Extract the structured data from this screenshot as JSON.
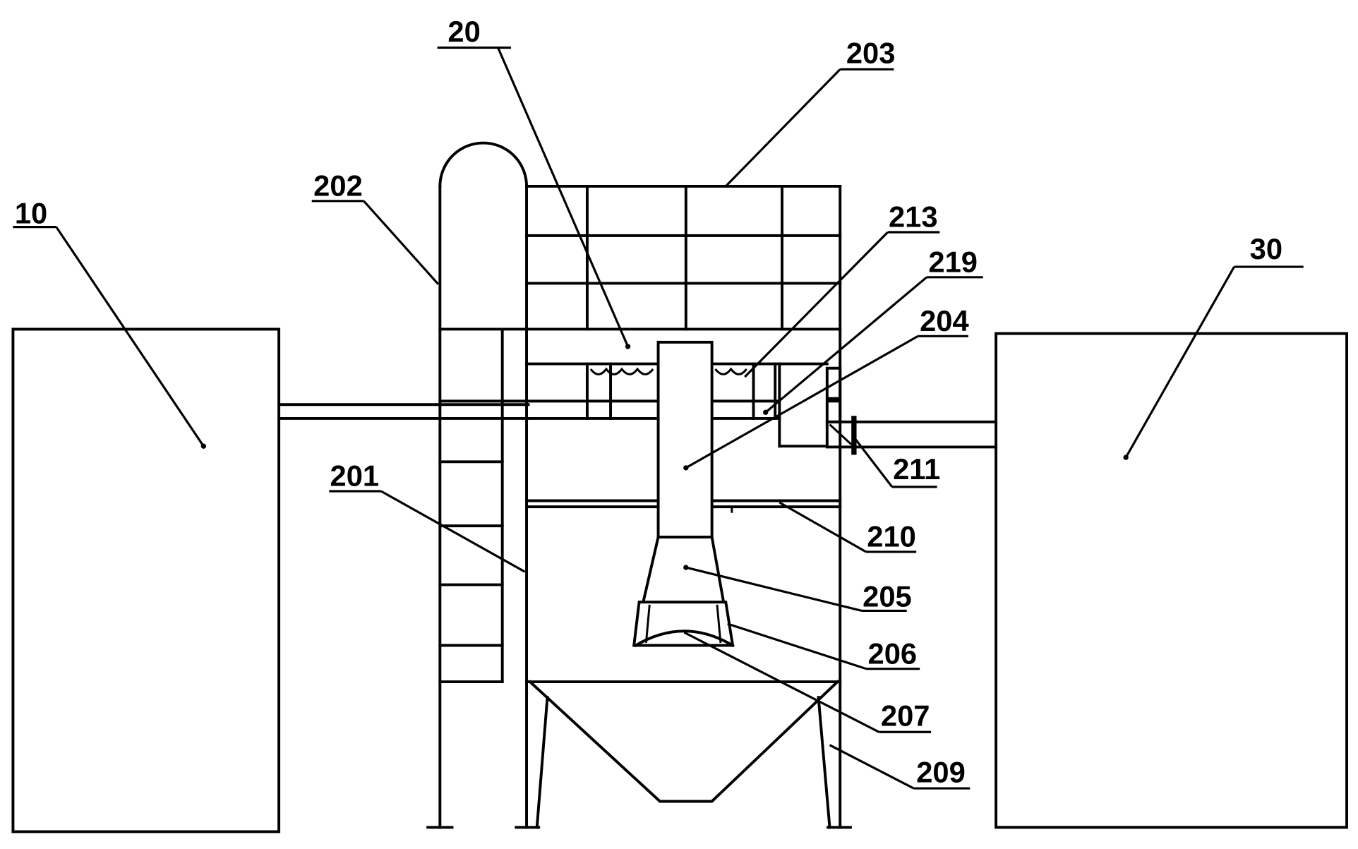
{
  "labels": {
    "l10": "10",
    "l20": "20",
    "l30": "30",
    "l201": "201",
    "l202": "202",
    "l203": "203",
    "l204": "204",
    "l205": "205",
    "l206": "206",
    "l207": "207",
    "l209": "209",
    "l210": "210",
    "l211": "211",
    "l213": "213",
    "l219": "219"
  },
  "colors": {
    "line": "#000000",
    "background": "#ffffff"
  }
}
